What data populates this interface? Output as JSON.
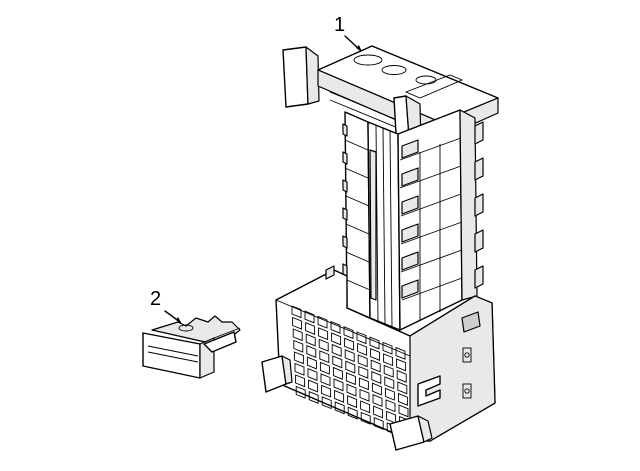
{
  "diagram": {
    "callouts": [
      {
        "id": "1",
        "label": "1",
        "part": "fuse-relay-box"
      },
      {
        "id": "2",
        "label": "2",
        "part": "blade-fuse"
      }
    ],
    "colors": {
      "line": "#000000",
      "background": "#ffffff",
      "shade": "#e9e9e9"
    }
  }
}
